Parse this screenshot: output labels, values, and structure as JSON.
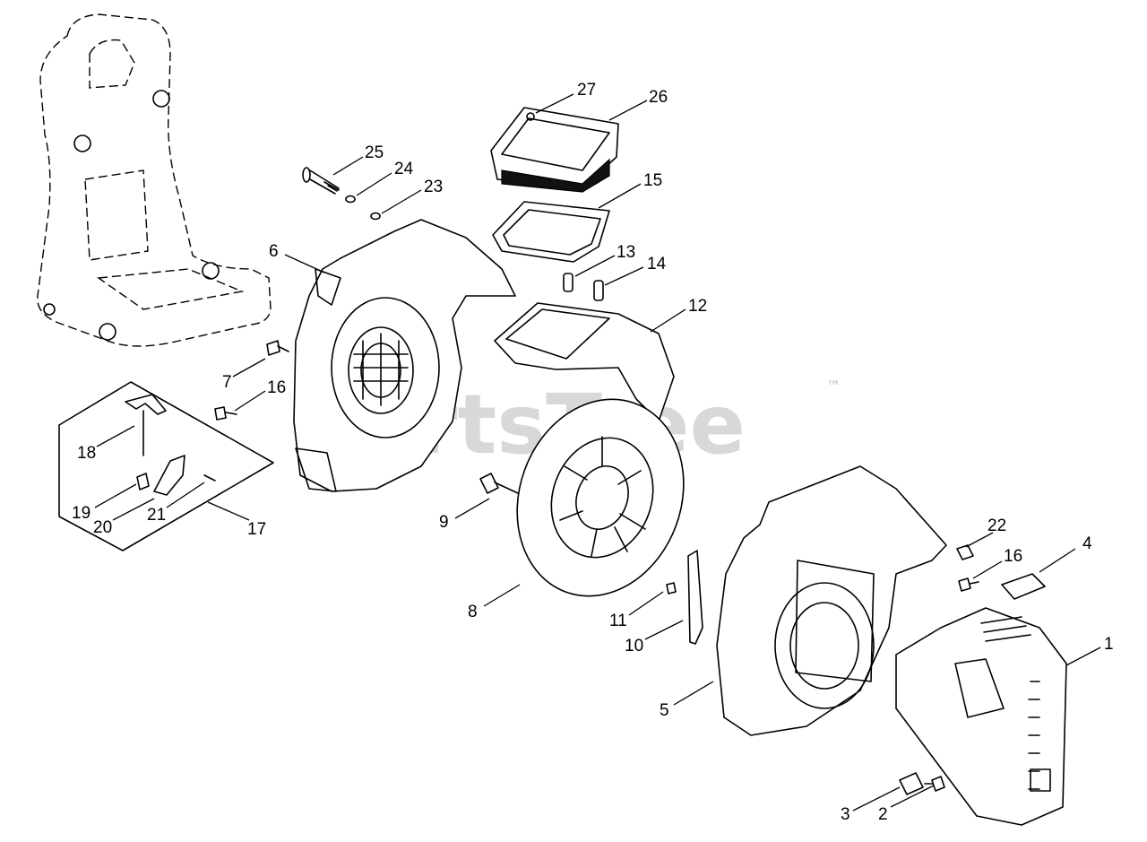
{
  "watermark": {
    "text": "PartsTree",
    "trademark": "™"
  },
  "callouts": {
    "c1": "1",
    "c2": "2",
    "c3": "3",
    "c4": "4",
    "c5": "5",
    "c6": "6",
    "c7": "7",
    "c8": "8",
    "c9": "9",
    "c10": "10",
    "c11": "11",
    "c12": "12",
    "c13": "13",
    "c14": "14",
    "c15": "15",
    "c16a": "16",
    "c16b": "16",
    "c17": "17",
    "c18": "18",
    "c19": "19",
    "c20": "20",
    "c21": "21",
    "c22": "22",
    "c23": "23",
    "c24": "24",
    "c25": "25",
    "c26": "26",
    "c27": "27"
  }
}
